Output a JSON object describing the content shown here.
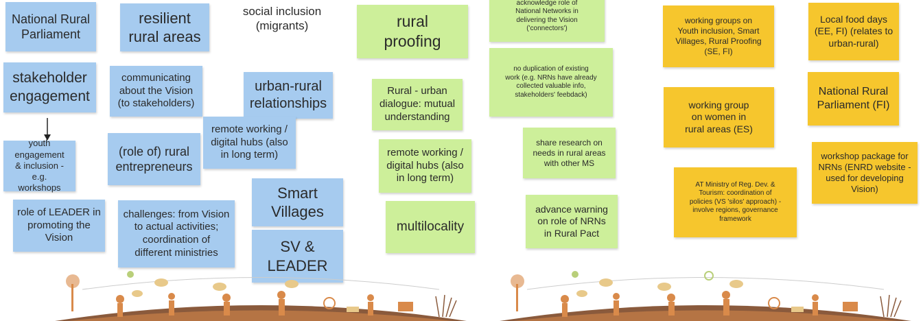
{
  "board_left": {
    "notes": [
      {
        "id": "n1",
        "text": "National Rural\nParliament"
      },
      {
        "id": "n2",
        "text": "resilient\nrural areas"
      },
      {
        "id": "n3",
        "text": "social inclusion\n(migrants)"
      },
      {
        "id": "n4",
        "text": "stakeholder\nengagement"
      },
      {
        "id": "n5",
        "text": "communicating\nabout the Vision\n(to stakeholders)"
      },
      {
        "id": "n6",
        "text": "urban-rural\nrelationships"
      },
      {
        "id": "n7",
        "text": "remote working /\ndigital hubs (also\nin long term)"
      },
      {
        "id": "n8",
        "text": "youth engagement\n& inclusion - e.g.\nworkshops"
      },
      {
        "id": "n9",
        "text": "(role of) rural\nentrepreneurs"
      },
      {
        "id": "n10",
        "text": "Smart\nVillages"
      },
      {
        "id": "n11",
        "text": "role of LEADER in\npromoting the\nVision"
      },
      {
        "id": "n12",
        "text": "challenges: from Vision\nto actual activities;\ncoordination of\ndifferent ministries"
      },
      {
        "id": "n13",
        "text": "SV &\nLEADER"
      },
      {
        "id": "n14",
        "text": "rural\nproofing"
      },
      {
        "id": "n15",
        "text": "Rural - urban\ndialogue: mutual\nunderstanding"
      },
      {
        "id": "n16",
        "text": "remote working /\ndigital hubs (also\nin long term)"
      },
      {
        "id": "n17",
        "text": "multilocality"
      }
    ]
  },
  "board_right": {
    "notes": [
      {
        "id": "r1",
        "text": "acknowledge role of\nNational Networks in\ndelivering the Vision\n('connectors')"
      },
      {
        "id": "r2",
        "text": "no duplication of existing\nwork (e.g. NRNs have already\ncollected valuable info,\nstakeholders' feebdack)"
      },
      {
        "id": "r3",
        "text": "share research on\nneeds in rural areas\nwith other MS"
      },
      {
        "id": "r4",
        "text": "advance warning\non role of NRNs\nin Rural Pact"
      },
      {
        "id": "r5",
        "text": "working groups on\nYouth inclusion, Smart\nVillages, Rural Proofing\n(SE, FI)"
      },
      {
        "id": "r6",
        "text": "working group\non women in\nrural areas (ES)"
      },
      {
        "id": "r7",
        "text": "AT Ministry of Reg. Dev. &\nTourism: coordination of\npolicies (VS 'silos' approach) -\ninvolve regions, governance\nframework"
      },
      {
        "id": "r8",
        "text": "Local food days\n(EE, FI) (relates to\nurban-rural)"
      },
      {
        "id": "r9",
        "text": "National Rural\nParliament (FI)"
      },
      {
        "id": "r10",
        "text": "workshop package for\nNRNs (ENRD website -\nused for developing\nVision)"
      }
    ]
  },
  "colors": {
    "blue_note": "#a6cbef",
    "green_note": "#cdef9a",
    "yellow_note": "#f6c62d",
    "scene_orange": "#d98a4a",
    "scene_brown": "#8a5a3c",
    "scene_green": "#b9cf7a"
  },
  "icons": [
    "down-arrow-icon",
    "rural-scene-illustration"
  ]
}
